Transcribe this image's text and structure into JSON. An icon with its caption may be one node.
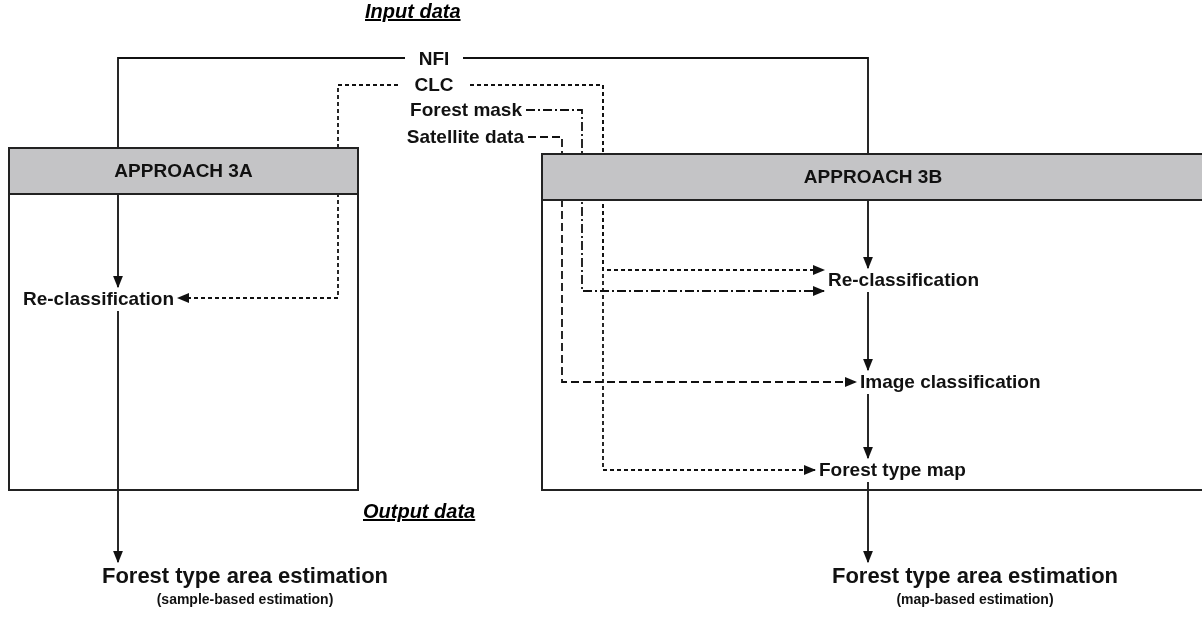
{
  "diagram": {
    "nodes": [
      {
        "text": [
          "NFI"
        ]
      },
      {
        "text": [
          "CLC"
        ]
      },
      {
        "text": [
          "Forest mask"
        ]
      },
      {
        "text": [
          "Satellite data"
        ]
      },
      {
        "text": [
          "APPROACH 3A"
        ]
      },
      {
        "text": [
          "Re-classification"
        ],
        "in": 4
      },
      {
        "text": [
          "Forest type area estimation",
          "(sample-based estimation)"
        ]
      },
      {
        "text": [
          "APPROACH 3B"
        ]
      },
      {
        "text": [
          "Re-classification"
        ],
        "in": 7
      },
      {
        "text": [
          "Image classification"
        ],
        "in": 7
      },
      {
        "text": [
          "Forest type map"
        ],
        "in": 7
      },
      {
        "text": [
          "Forest type area estimation",
          "(map-based estimation)"
        ]
      }
    ],
    "edges": [
      {
        "from": 0,
        "to": 5,
        "arrow": "to"
      },
      {
        "from": 0,
        "to": 8,
        "arrow": "to"
      },
      {
        "from": 1,
        "to": 5,
        "arrow": "to",
        "style": "dashed"
      },
      {
        "from": 1,
        "to": 8,
        "arrow": "to",
        "style": "dashed"
      },
      {
        "from": 1,
        "to": 10,
        "arrow": "to",
        "style": "dashed"
      },
      {
        "from": 2,
        "to": 8,
        "arrow": "to",
        "style": "dashed"
      },
      {
        "from": 3,
        "to": 9,
        "arrow": "to",
        "style": "dashed"
      },
      {
        "from": 5,
        "to": 6,
        "arrow": "to"
      },
      {
        "from": 8,
        "to": 9,
        "arrow": "to"
      },
      {
        "from": 9,
        "to": 10,
        "arrow": "to"
      },
      {
        "from": 10,
        "to": 11,
        "arrow": "to"
      }
    ],
    "labels": [
      "Input data",
      "Output data"
    ]
  }
}
